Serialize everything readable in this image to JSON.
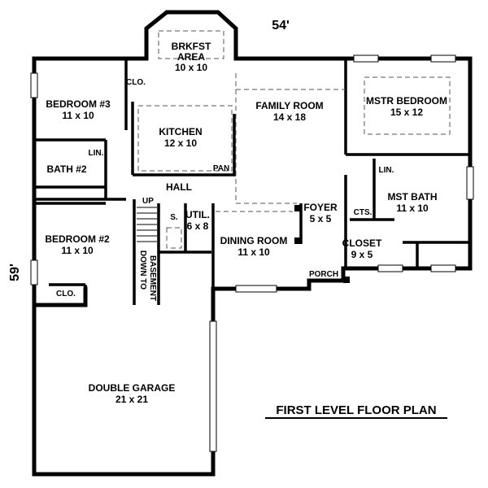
{
  "plan": {
    "title": "FIRST LEVEL FLOOR PLAN",
    "width_dim": "54'",
    "depth_dim": "59'",
    "rooms": {
      "brkfst": {
        "name": "BRKFST",
        "name2": "AREA",
        "size": "10 x 10"
      },
      "bedroom3": {
        "name": "BEDROOM #3",
        "size": "11 x 10"
      },
      "kitchen": {
        "name": "KITCHEN",
        "size": "12 x 10"
      },
      "family": {
        "name": "FAMILY ROOM",
        "size": "14 x 18"
      },
      "mstr_bedroom": {
        "name": "MSTR BEDROOM",
        "size": "15 x 12"
      },
      "bath2": {
        "name": "BATH #2"
      },
      "hall": {
        "name": "HALL"
      },
      "mst_bath": {
        "name": "MST BATH",
        "size": "11 x 10"
      },
      "foyer": {
        "name": "FOYER",
        "size": "5 x 5"
      },
      "util": {
        "name": "UTIL.",
        "size": "6 x 8"
      },
      "bedroom2": {
        "name": "BEDROOM #2",
        "size": "11 x 10"
      },
      "dining": {
        "name": "DINING ROOM",
        "size": "11 x 10"
      },
      "closet": {
        "name": "CLOSET",
        "size": "9 x 5"
      },
      "porch": {
        "name": "PORCH"
      },
      "garage": {
        "name": "DOUBLE GARAGE",
        "size": "21 x 21"
      }
    },
    "small_labels": {
      "clo_top": "CLO.",
      "clo_bottom": "CLO.",
      "lin_bath2": "LIN.",
      "lin_mst": "LIN.",
      "pan": "PAN",
      "up": "UP",
      "cts": "CTS.",
      "s": "S.",
      "down_to": "DOWN TO",
      "basement": "BASEMENT"
    }
  }
}
